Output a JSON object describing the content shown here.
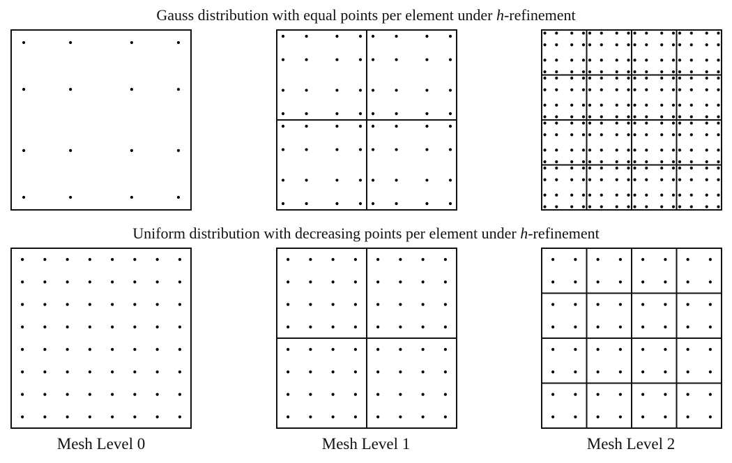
{
  "titles": {
    "top": {
      "pre": "Gauss distribution with equal points per element under ",
      "italic": "h",
      "post": "-refinement"
    },
    "bottom": {
      "pre": "Uniform distribution with decreasing points per element under ",
      "italic": "h",
      "post": "-refinement"
    }
  },
  "labels": [
    "Mesh Level 0",
    "Mesh Level 1",
    "Mesh Level 2"
  ],
  "colors": {
    "line": "#111111",
    "dot": "#000000",
    "background": "#ffffff"
  },
  "panels": {
    "gauss": [
      {
        "mesh_level": 0,
        "elements_per_side": 1,
        "points_per_element_side": 4,
        "distribution": "gauss"
      },
      {
        "mesh_level": 1,
        "elements_per_side": 2,
        "points_per_element_side": 4,
        "distribution": "gauss"
      },
      {
        "mesh_level": 2,
        "elements_per_side": 4,
        "points_per_element_side": 4,
        "distribution": "gauss"
      }
    ],
    "uniform": [
      {
        "mesh_level": 0,
        "elements_per_side": 1,
        "points_per_element_side": 8,
        "distribution": "uniform"
      },
      {
        "mesh_level": 1,
        "elements_per_side": 2,
        "points_per_element_side": 4,
        "distribution": "uniform"
      },
      {
        "mesh_level": 2,
        "elements_per_side": 4,
        "points_per_element_side": 2,
        "distribution": "uniform"
      }
    ]
  },
  "gauss_point_fractions": [
    0.07,
    0.33,
    0.67,
    0.93
  ]
}
